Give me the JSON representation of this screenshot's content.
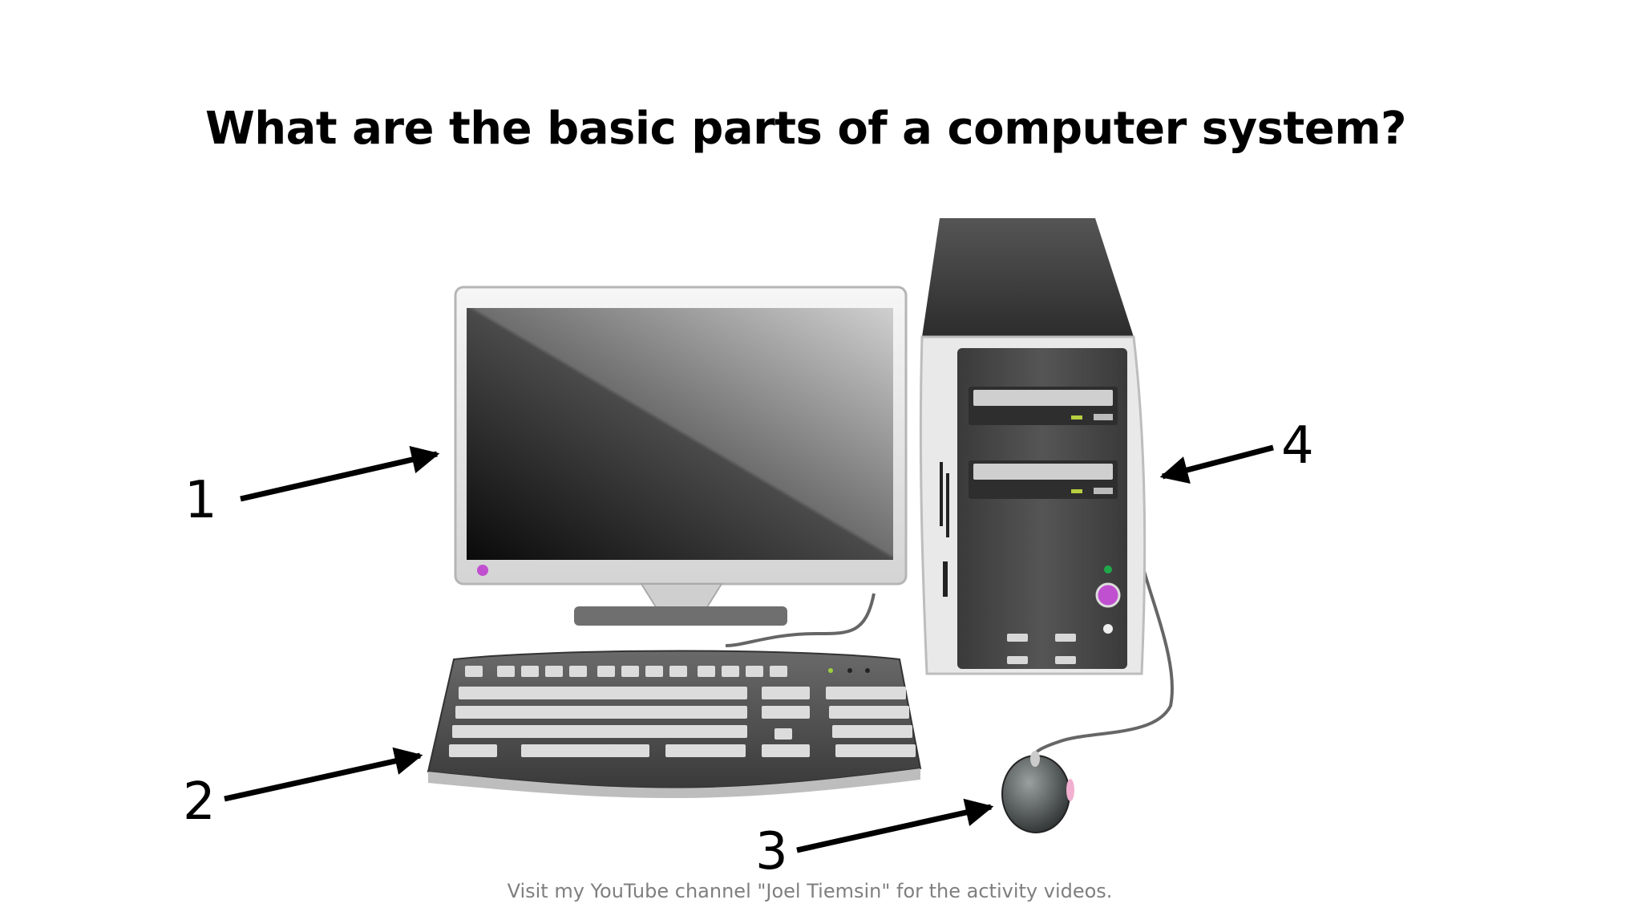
{
  "slide": {
    "title": "What are the basic parts of a computer system?",
    "footer": "Visit my YouTube channel \"Joel Tiemsin\" for the activity videos."
  },
  "callouts": [
    {
      "id": "monitor",
      "label": "1"
    },
    {
      "id": "keyboard",
      "label": "2"
    },
    {
      "id": "mouse",
      "label": "3"
    },
    {
      "id": "system-unit",
      "label": "4"
    }
  ],
  "colors": {
    "title": "#000000",
    "footer": "#7f7f7f",
    "arrow": "#000000",
    "power_button": "#c050d0",
    "led_green": "#1fa84a"
  }
}
